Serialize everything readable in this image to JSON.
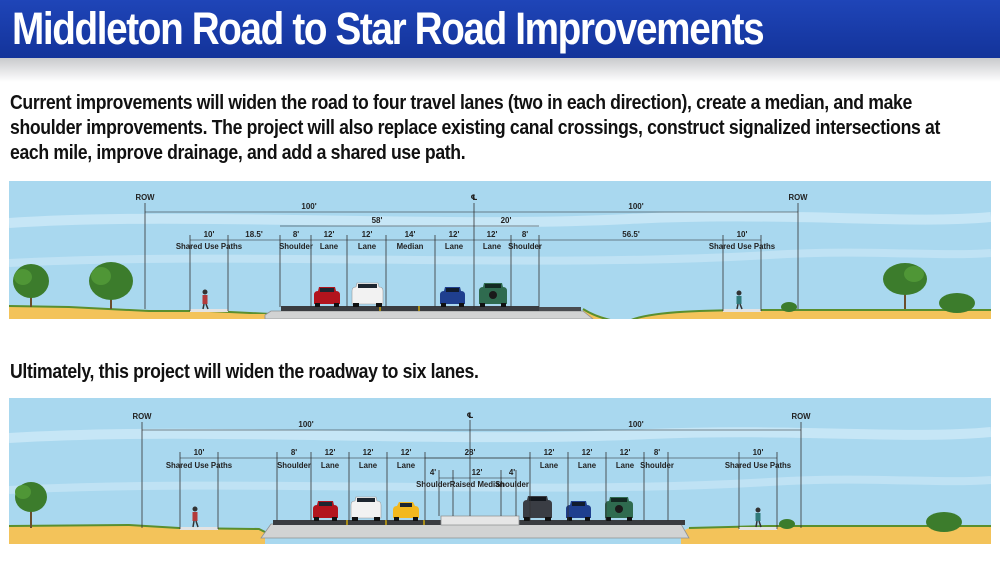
{
  "header": {
    "title": "Middleton Road to Star Road Improvements",
    "intro": "Current improvements will widen the road to four travel lanes (two in each direction), create a median, and make shoulder improvements. The project will also replace existing canal crossings, construct signalized intersections at each mile, improve drainage, and add a shared use path."
  },
  "ultimate_heading": "Ultimately, this project will widen the roadway to six lanes.",
  "colors": {
    "banner": "#1a3eab",
    "sky": "#a9d8ef",
    "ground": "#f3c35a",
    "pavement": "#3a3c40"
  },
  "current_section": {
    "row_left": "ROW",
    "row_right": "ROW",
    "centerline": "℄",
    "half_left": "100'",
    "half_right": "100'",
    "left_span": "58'",
    "right_span": "20'",
    "offset_left": "18.5'",
    "offset_right": "56.5'",
    "path_left_width": "10'",
    "path_left_label": "Shared Use Paths",
    "path_right_width": "10'",
    "path_right_label": "Shared Use Paths",
    "segments": [
      {
        "width": "8'",
        "label": "Shoulder"
      },
      {
        "width": "12'",
        "label": "Lane"
      },
      {
        "width": "12'",
        "label": "Lane"
      },
      {
        "width": "14'",
        "label": "Median"
      },
      {
        "width": "12'",
        "label": "Lane"
      },
      {
        "width": "12'",
        "label": "Lane"
      },
      {
        "width": "8'",
        "label": "Shoulder"
      }
    ]
  },
  "ultimate_section": {
    "row_left": "ROW",
    "row_right": "ROW",
    "centerline": "℄",
    "half_left": "100'",
    "half_right": "100'",
    "center_span": "28'",
    "path_left_width": "10'",
    "path_left_label": "Shared Use Paths",
    "path_right_width": "10'",
    "path_right_label": "Shared Use Paths",
    "segments_left": [
      {
        "width": "8'",
        "label": "Shoulder"
      },
      {
        "width": "12'",
        "label": "Lane"
      },
      {
        "width": "12'",
        "label": "Lane"
      },
      {
        "width": "12'",
        "label": "Lane"
      }
    ],
    "median": [
      {
        "width": "4'",
        "label": "Shoulder"
      },
      {
        "width": "12'",
        "label": "Raised Median"
      },
      {
        "width": "4'",
        "label": "Shoulder"
      }
    ],
    "segments_right": [
      {
        "width": "12'",
        "label": "Lane"
      },
      {
        "width": "12'",
        "label": "Lane"
      },
      {
        "width": "12'",
        "label": "Lane"
      },
      {
        "width": "8'",
        "label": "Shoulder"
      }
    ]
  }
}
